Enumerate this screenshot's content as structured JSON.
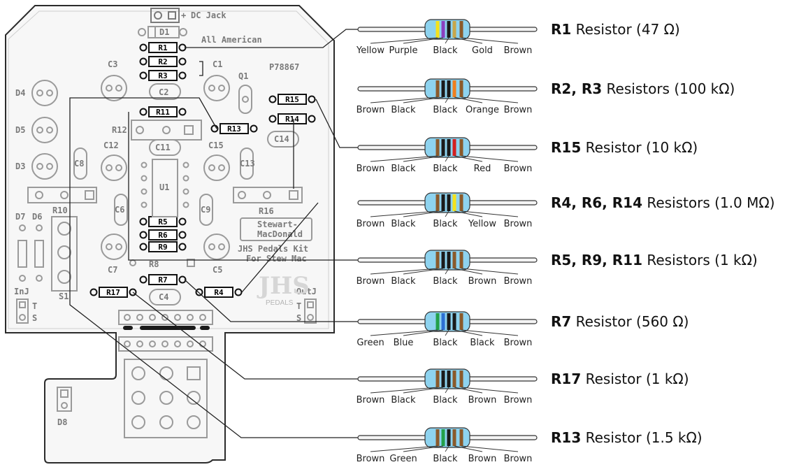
{
  "colors": {
    "board_fill": "#f7f7f7",
    "board_stroke": "#2b2b2b",
    "silkscreen": "#7a7a7a",
    "resistor_body": "#8ed3ef",
    "leader": "#222222",
    "band_colors": {
      "Black": "#1a1a1a",
      "Brown": "#8b5a2b",
      "Red": "#d42020",
      "Orange": "#f07f1e",
      "Yellow": "#f4e21c",
      "Green": "#23a04a",
      "Blue": "#2d6fd4",
      "Purple": "#8a3fc0",
      "Gray": "#8a8a8a",
      "White": "#f0f0f0",
      "Gold": "#c8a64a"
    }
  },
  "board": {
    "top_labels": [
      "DC Jack",
      "All American",
      "P78867"
    ],
    "plus_sign": "+",
    "component_labels": {
      "C1": "C1",
      "C2": "C2",
      "C3": "C3",
      "C4": "C4",
      "C5": "C5",
      "C6": "C6",
      "C7": "C7",
      "C8": "C8",
      "C9": "C9",
      "C11": "C11",
      "C12": "C12",
      "C13": "C13",
      "C14": "C14",
      "C15": "C15",
      "D1": "D1",
      "D3": "D3",
      "D4": "D4",
      "D5": "D5",
      "D6": "D6",
      "D7": "D7",
      "D8": "D8",
      "Q1": "Q1",
      "U1": "U1",
      "R8": "R8",
      "R10": "R10",
      "R12": "R12",
      "R16": "R16",
      "S1": "S1",
      "InJ": "InJ",
      "OutJ": "OutJ",
      "T": "T",
      "S": "S"
    },
    "resistor_boxes": [
      "R1",
      "R2",
      "R3",
      "R11",
      "R13",
      "R15",
      "R14",
      "R5",
      "R6",
      "R9",
      "R7",
      "R17",
      "R4"
    ],
    "logo_text": [
      "Stewart-",
      "MacDonald"
    ],
    "kit_text": [
      "JHS Pedals Kit",
      "For Stew Mac"
    ],
    "brand_text": [
      "JHS",
      "PEDALS"
    ]
  },
  "resistors": [
    {
      "bold": "R1",
      "rest": " Resistor (47 Ω)",
      "bands": [
        "Yellow",
        "Purple",
        "Black",
        "Gold",
        "Brown"
      ]
    },
    {
      "bold": "R2, R3",
      "rest": " Resistors (100 kΩ)",
      "bands": [
        "Brown",
        "Black",
        "Black",
        "Orange",
        "Brown"
      ]
    },
    {
      "bold": "R15",
      "rest": " Resistor (10 kΩ)",
      "bands": [
        "Brown",
        "Black",
        "Black",
        "Red",
        "Brown"
      ]
    },
    {
      "bold": "R4, R6, R14",
      "rest": " Resistors (1.0 MΩ)",
      "bands": [
        "Brown",
        "Black",
        "Black",
        "Yellow",
        "Brown"
      ]
    },
    {
      "bold": "R5, R9, R11",
      "rest": " Resistors (1 kΩ)",
      "bands": [
        "Brown",
        "Black",
        "Black",
        "Brown",
        "Brown"
      ]
    },
    {
      "bold": "R7",
      "rest": " Resistor (560 Ω)",
      "bands": [
        "Green",
        "Blue",
        "Black",
        "Black",
        "Brown"
      ]
    },
    {
      "bold": "R17",
      "rest": " Resistor (1 kΩ)",
      "bands": [
        "Brown",
        "Black",
        "Black",
        "Brown",
        "Brown"
      ]
    },
    {
      "bold": "R13",
      "rest": " Resistor (1.5 kΩ)",
      "bands": [
        "Brown",
        "Green",
        "Black",
        "Brown",
        "Brown"
      ]
    }
  ]
}
